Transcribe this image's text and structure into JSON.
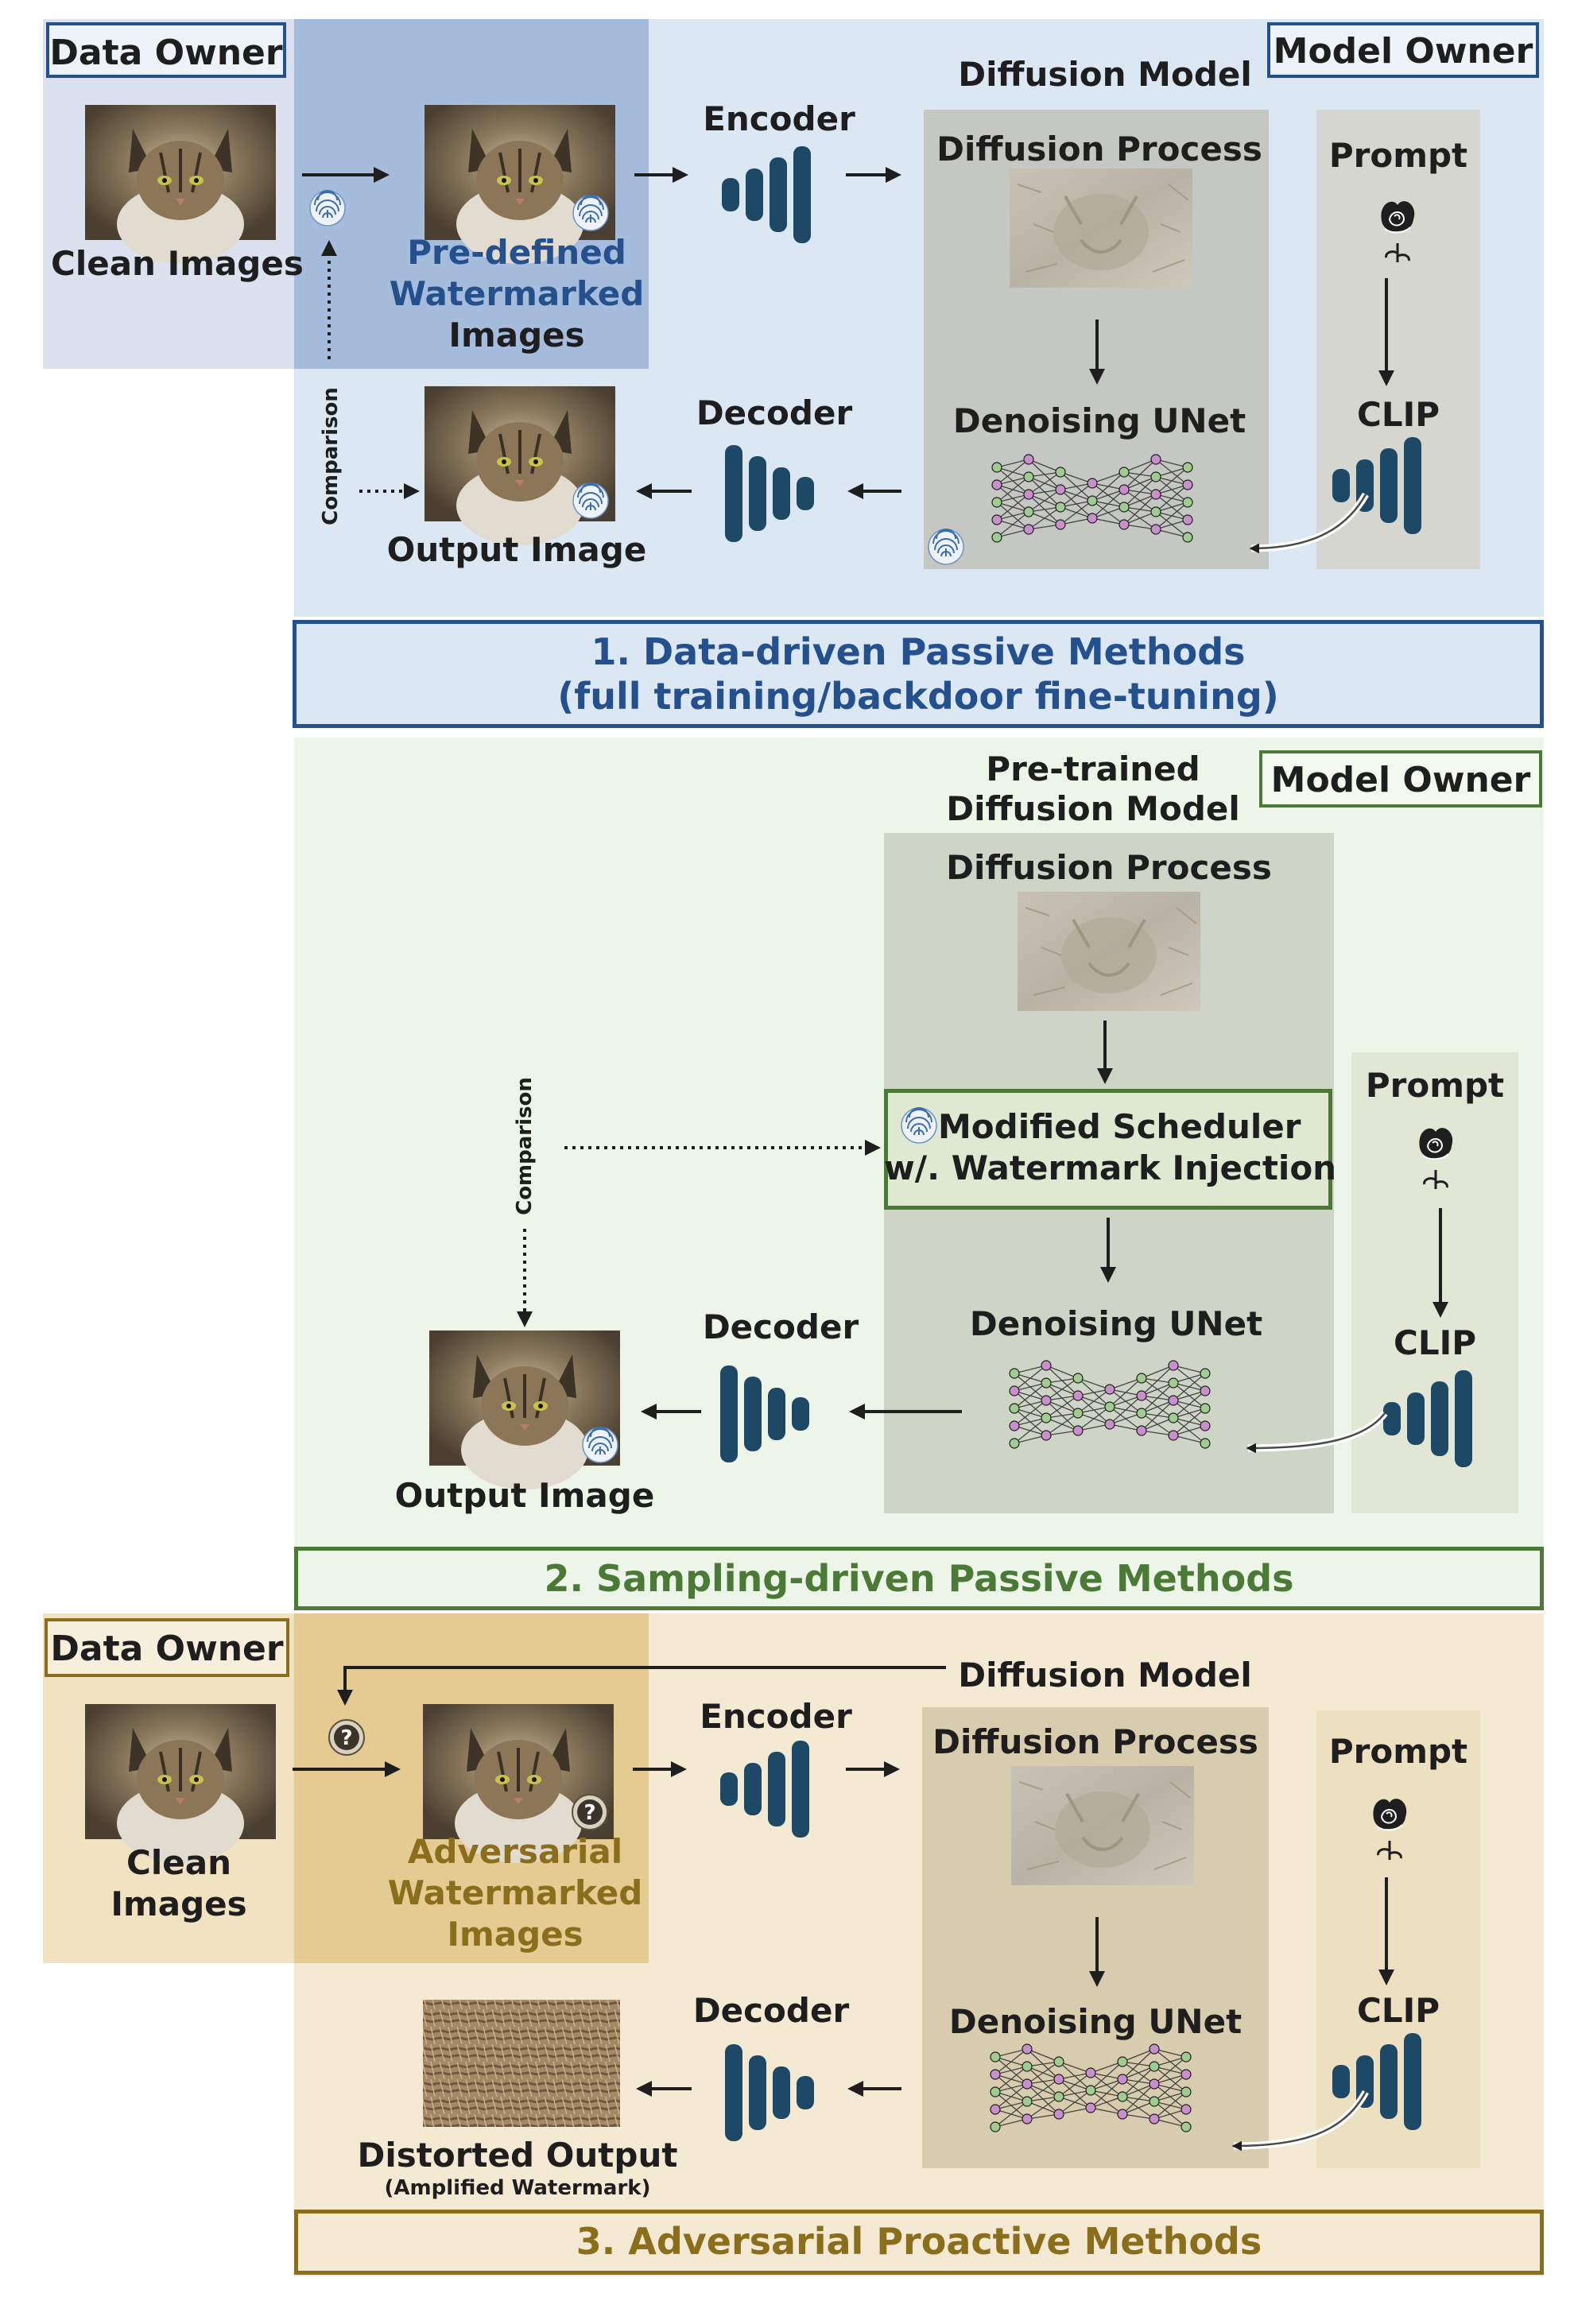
{
  "colors": {
    "panel1_bg": "#dbe7f3",
    "panel2_bg": "#edf5e8",
    "panel3_bg": "#f4ead3",
    "blue_accent": "#25508e",
    "green_accent": "#4a7a36",
    "gold_accent": "#8a6e1c",
    "block_dark": "#1d4866"
  },
  "panel1": {
    "data_owner": "Data Owner",
    "model_owner": "Model Owner",
    "clean_images": "Clean Images",
    "predefined": [
      "Pre-defined",
      "Watermarked",
      "Images"
    ],
    "encoder": "Encoder",
    "diffusion_model": "Diffusion Model",
    "diffusion_process": "Diffusion Process",
    "denoising_unet": "Denoising UNet",
    "prompt": "Prompt",
    "clip": "CLIP",
    "decoder": "Decoder",
    "output_image": "Output Image",
    "comparison": "Comparison",
    "title_line1": "1. Data-driven Passive Methods",
    "title_line2": "(full training/backdoor fine-tuning)"
  },
  "panel2": {
    "model_owner": "Model Owner",
    "pretrained": [
      "Pre-trained",
      "Diffusion Model"
    ],
    "diffusion_process": "Diffusion Process",
    "scheduler": [
      "Modified Scheduler",
      "w/. Watermark Injection"
    ],
    "denoising_unet": "Denoising UNet",
    "prompt": "Prompt",
    "clip": "CLIP",
    "decoder": "Decoder",
    "output_image": "Output Image",
    "comparison": "Comparison",
    "title": "2. Sampling-driven Passive Methods"
  },
  "panel3": {
    "data_owner": "Data Owner",
    "diffusion_model": "Diffusion Model",
    "clean_images": [
      "Clean",
      "Images"
    ],
    "adversarial": [
      "Adversarial",
      "Watermarked",
      "Images"
    ],
    "encoder": "Encoder",
    "diffusion_process": "Diffusion Process",
    "denoising_unet": "Denoising UNet",
    "prompt": "Prompt",
    "clip": "CLIP",
    "decoder": "Decoder",
    "distorted_output": "Distorted Output",
    "amplified": "(Amplified Watermark)",
    "title": "3. Adversarial Proactive Methods"
  },
  "icons": [
    "fingerprint-icon",
    "rose-icon",
    "question-mark-icon",
    "encoder-blocks-icon",
    "decoder-blocks-icon",
    "clip-blocks-icon",
    "neural-network-icon"
  ]
}
